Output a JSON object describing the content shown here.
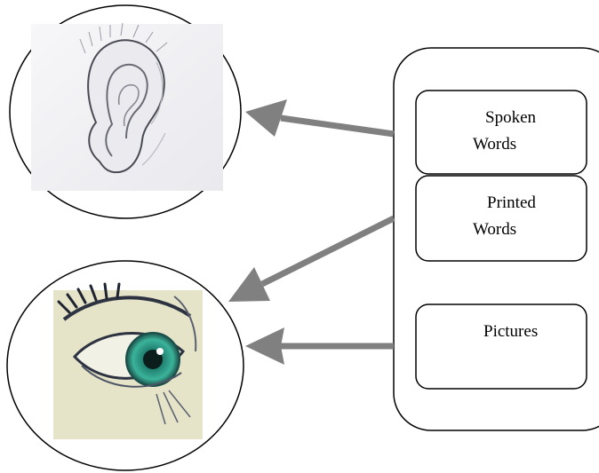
{
  "diagram": {
    "boxes": [
      {
        "id": "spoken",
        "line1": "Spoken",
        "line2": "Words"
      },
      {
        "id": "printed",
        "line1": "Printed",
        "line2": "Words"
      },
      {
        "id": "pictures",
        "line1": "Pictures",
        "line2": ""
      }
    ],
    "images": [
      {
        "id": "ear",
        "icon": "ear-icon"
      },
      {
        "id": "eye",
        "icon": "eye-icon"
      }
    ],
    "colors": {
      "arrow": "#808080",
      "outline": "#000000",
      "iris": "#2f9a86",
      "eye_bg": "#e6e4c8"
    }
  }
}
